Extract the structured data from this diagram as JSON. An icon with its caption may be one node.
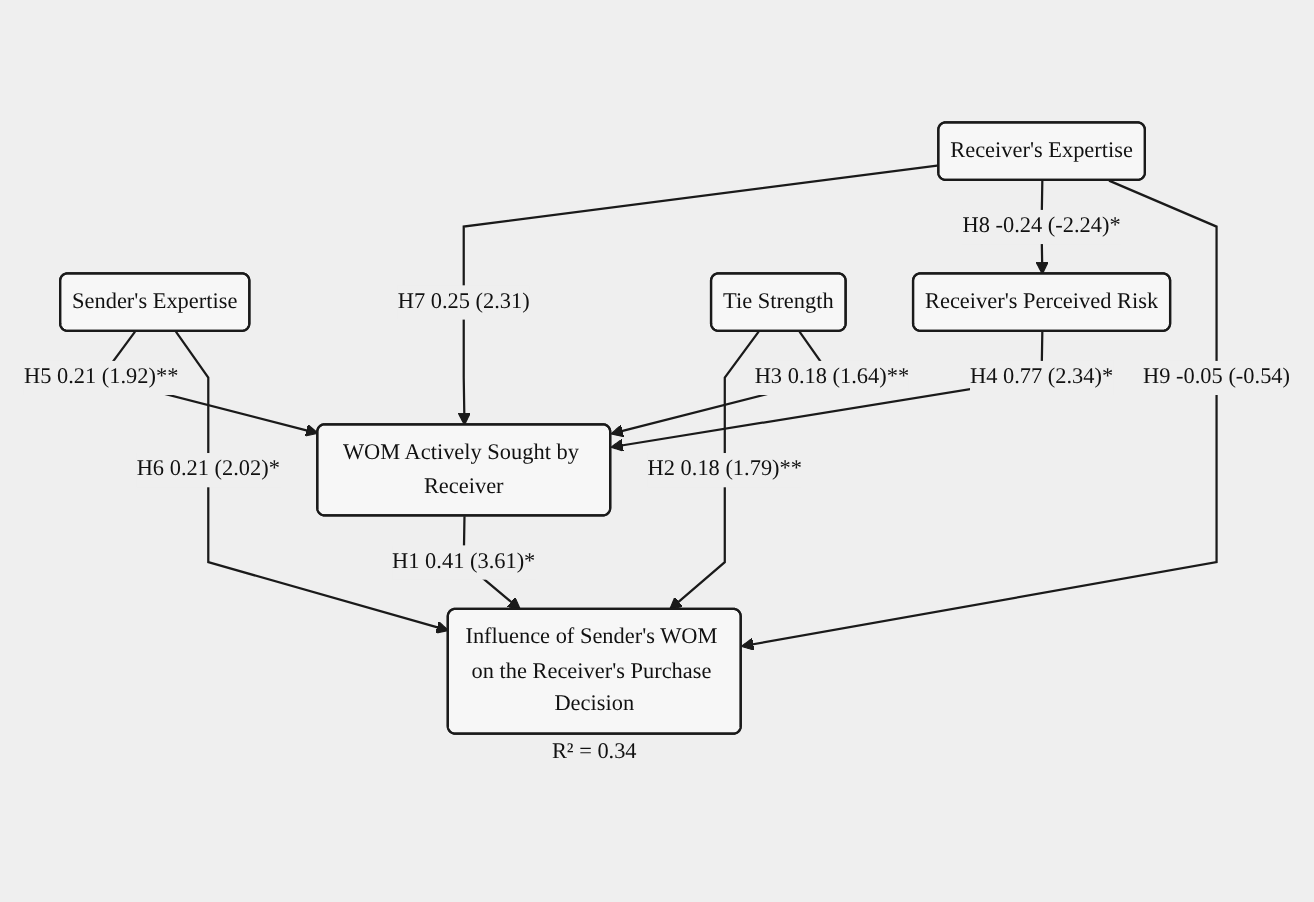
{
  "diagram": {
    "nodes": [
      {
        "text": [
          "Receiver's Expertise"
        ]
      },
      {
        "text": [
          "Sender's Expertise"
        ]
      },
      {
        "text": [
          "Receiver's Perceived Risk"
        ]
      },
      {
        "text": [
          "WOM Actively Sought by Receiver"
        ]
      },
      {
        "text": [
          "Influence of Sender's WOM on the Receiver's Purchase Decision"
        ],
        "beside": [
          "R² = 0.34"
        ]
      },
      {
        "text": [
          "Tie Strength"
        ]
      }
    ],
    "edges": [
      {
        "from": 3,
        "to": 4,
        "arrow": "to",
        "label": "H1 0.41 (3.61)*"
      },
      {
        "from": 5,
        "to": 4,
        "arrow": "to",
        "label": "H2 0.18 (1.79)**"
      },
      {
        "from": 5,
        "to": 3,
        "arrow": "to",
        "label": "H3 0.18 (1.64)**"
      },
      {
        "from": 2,
        "to": 3,
        "arrow": "to",
        "label": "H4 0.77 (2.34)*"
      },
      {
        "from": 1,
        "to": 3,
        "arrow": "to",
        "label": "H5 0.21 (1.92)**"
      },
      {
        "from": 1,
        "to": 4,
        "arrow": "to",
        "label": "H6 0.21 (2.02)*"
      },
      {
        "from": 0,
        "to": 3,
        "arrow": "to",
        "label": "H7 0.25 (2.31)"
      },
      {
        "from": 0,
        "to": 2,
        "arrow": "to",
        "label": "H8 -0.24 (-2.24)*"
      },
      {
        "from": 0,
        "to": 4,
        "arrow": "to",
        "label": "H9 -0.05 (-0.54)"
      }
    ]
  }
}
